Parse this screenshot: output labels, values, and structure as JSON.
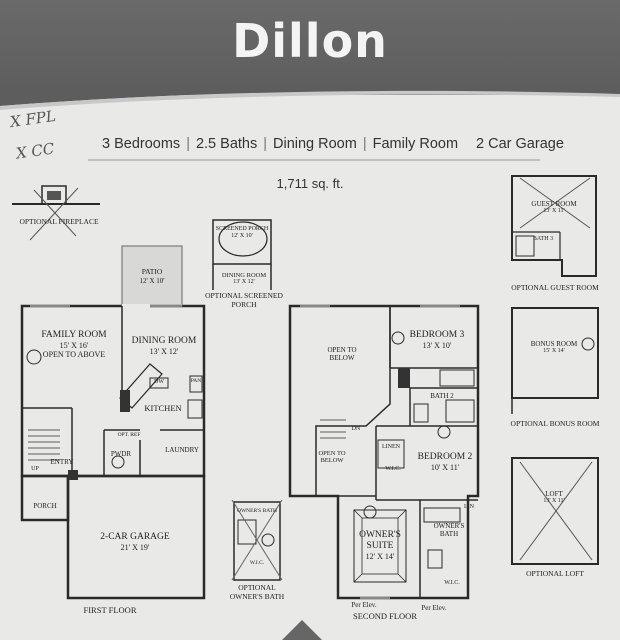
{
  "title": "Dillon",
  "features": [
    "3 Bedrooms",
    "2.5 Baths",
    "Dining Room",
    "Family Room",
    "2 Car Garage"
  ],
  "sqft": "1,711 sq. ft.",
  "handwriting": {
    "note1": "X FPL",
    "note2": "X CC"
  },
  "rooms": {
    "family": {
      "name": "FAMILY ROOM",
      "size": "15' X 16'",
      "note": "OPEN TO ABOVE"
    },
    "dining": {
      "name": "DINING ROOM",
      "size": "13' X 12'"
    },
    "kitchen": "KITCHEN",
    "patio": {
      "name": "PATIO",
      "size": "12' X 10'"
    },
    "garage": {
      "name": "2-CAR GARAGE",
      "size": "21' X 19'"
    },
    "entry": "ENTRY",
    "porch": "PORCH",
    "pwdr": "PWDR",
    "laundry": "LAUNDRY",
    "dw": "DW",
    "pan": "PAN",
    "opt_ref": "OPT. REF",
    "up": "UP",
    "bedroom3": {
      "name": "BEDROOM 3",
      "size": "13' X 10'"
    },
    "bedroom2": {
      "name": "BEDROOM 2",
      "size": "10' X 11'"
    },
    "bath2": "BATH 2",
    "open_below1": "OPEN TO BELOW",
    "open_below2": "OPEN TO BELOW",
    "dn": "DN",
    "linen": "LINEN",
    "wic": "W.I.C.",
    "lin": "LIN",
    "owners_suite": {
      "name": "OWNER'S SUITE",
      "size": "12' X 14'"
    },
    "owners_bath": "OWNER'S BATH"
  },
  "options": {
    "fireplace": "OPTIONAL FIREPLACE",
    "screened_porch": {
      "inner": "SCREENED PORCH",
      "inner_size": "12' X 10'",
      "dining": "DINING ROOM",
      "dining_size": "13' X 12'",
      "caption": "OPTIONAL SCREENED PORCH"
    },
    "guest": {
      "room": "GUEST ROOM",
      "size": "13' X 11'",
      "bath": "BATH 3",
      "caption": "OPTIONAL GUEST ROOM"
    },
    "bonus": {
      "room": "BONUS ROOM",
      "size": "15' X 14'",
      "caption": "OPTIONAL BONUS ROOM"
    },
    "loft": {
      "room": "LOFT",
      "size": "13' X 11'",
      "caption": "OPTIONAL LOFT"
    },
    "owners_bath": {
      "inner": "OWNER'S BATH",
      "wic": "W.I.C.",
      "caption": "OPTIONAL OWNER'S BATH"
    }
  },
  "floors": {
    "first": "FIRST FLOOR",
    "second": "SECOND FLOOR"
  },
  "per_elev": [
    "Per Elev.",
    "Per Elev."
  ]
}
